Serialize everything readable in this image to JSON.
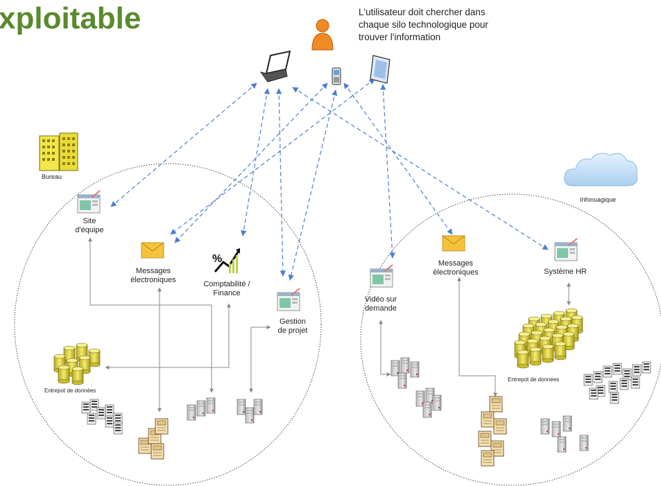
{
  "header": {
    "title": "xploitable"
  },
  "user_note": {
    "line1": "L'utilisateur doit chercher dans",
    "line2": "chaque silo technologique pour",
    "line3": "trouver l'information"
  },
  "left_cloud": {
    "building_label": "Bureau",
    "team_site": {
      "line1": "Site",
      "line2": "d'équipe"
    },
    "email": {
      "line1": "Messages",
      "line2": "électroniques"
    },
    "finance": {
      "line1": "Comptabilité /",
      "line2": "Finance"
    },
    "project": {
      "line1": "Gestion",
      "line2": "de projet"
    },
    "datastore_label": "Entrepot de données"
  },
  "right_cloud": {
    "cloud_label": "Infonuagique",
    "video": {
      "line1": "Vidéo sur",
      "line2": "demande"
    },
    "email": {
      "line1": "Messages",
      "line2": "électroniques"
    },
    "hr": {
      "label": "Système HR"
    },
    "datastore_label": "Entrepot de données"
  },
  "colors": {
    "title": "#5a8a2e",
    "dashed_arrow": "#4a7fd0",
    "gray_line": "#8a8a8a",
    "person": "#f08a24",
    "database": "#e8e05a"
  }
}
